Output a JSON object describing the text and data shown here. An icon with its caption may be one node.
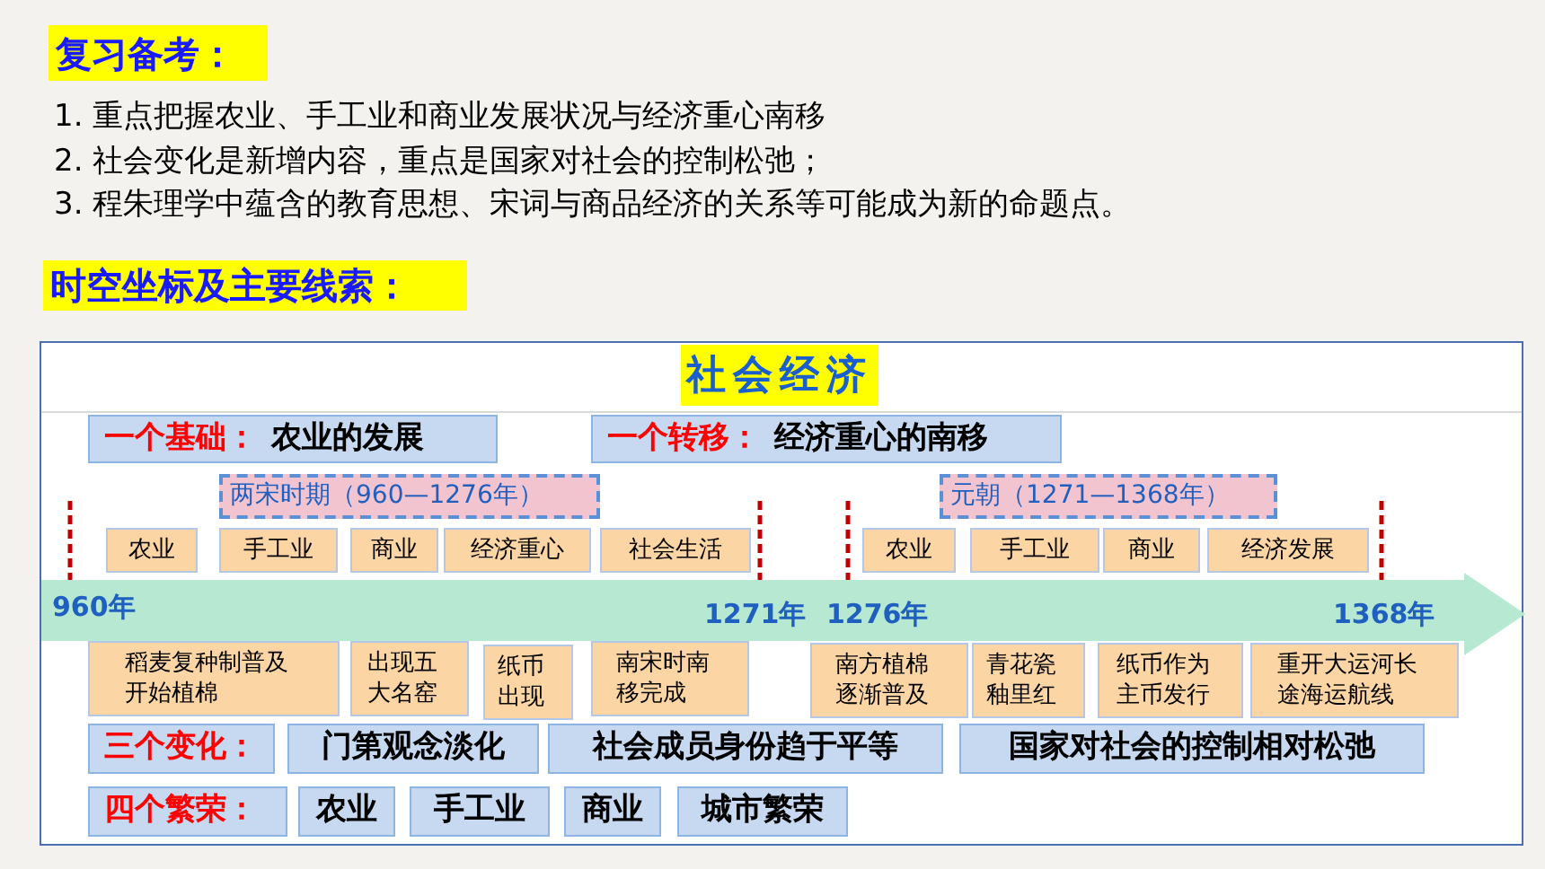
{
  "diagram": {
    "nodes": [
      {
        "text": [
          "复习备考："
        ]
      },
      {
        "text": [
          "时空坐标及主要线索："
        ]
      },
      {
        "text": [],
        "shape": "box"
      },
      {
        "text": [
          "社会经济"
        ],
        "in": 2
      },
      {
        "text": [
          "一个基础：",
          "农业的发展"
        ],
        "in": 2
      },
      {
        "text": [
          "一个转移：",
          "经济重心的南移"
        ],
        "in": 2
      },
      {
        "text": [
          "两宋时期（960—1276年）"
        ],
        "in": 2
      },
      {
        "text": [
          "元朝（1271—1368年）"
        ],
        "in": 2
      },
      {
        "text": [
          "农业"
        ],
        "in": 2
      },
      {
        "text": [
          "手工业"
        ],
        "in": 2
      },
      {
        "text": [
          "商业"
        ],
        "in": 2
      },
      {
        "text": [
          "经济重心"
        ],
        "in": 2
      },
      {
        "text": [
          "社会生活"
        ],
        "in": 2
      },
      {
        "text": [
          "农业"
        ],
        "in": 2
      },
      {
        "text": [
          "手工业"
        ],
        "in": 2
      },
      {
        "text": [
          "商业"
        ],
        "in": 2
      },
      {
        "text": [
          "经济发展"
        ],
        "in": 2
      },
      {
        "text": [
          "960年",
          "1271年",
          "1276年",
          "1368年"
        ],
        "in": 2
      },
      {
        "text": [
          "稻麦复种制普及开始植棉"
        ],
        "in": 2
      },
      {
        "text": [
          "出现五大名窑"
        ],
        "in": 2
      },
      {
        "text": [
          "纸币出现"
        ],
        "in": 2
      },
      {
        "text": [
          "南宋时南移完成"
        ],
        "in": 2
      },
      {
        "text": [
          "南方植棉逐渐普及"
        ],
        "in": 2
      },
      {
        "text": [
          "青花瓷釉里红"
        ],
        "in": 2
      },
      {
        "text": [
          "纸币作为主币发行"
        ],
        "in": 2
      },
      {
        "text": [
          "重开大运河长途海运航线"
        ],
        "in": 2
      },
      {
        "text": [
          "三个变化："
        ],
        "in": 2
      },
      {
        "text": [
          "门第观念淡化"
        ],
        "in": 2
      },
      {
        "text": [
          "社会成员身份趋于平等"
        ],
        "in": 2
      },
      {
        "text": [
          "国家对社会的控制相对松弛"
        ],
        "in": 2
      },
      {
        "text": [
          "四个繁荣："
        ],
        "in": 2
      },
      {
        "text": [
          "农业"
        ],
        "in": 2
      },
      {
        "text": [
          "手工业"
        ],
        "in": 2
      },
      {
        "text": [
          "商业"
        ],
        "in": 2
      },
      {
        "text": [
          "城市繁荣"
        ],
        "in": 2
      }
    ],
    "edges": [],
    "labels": [
      "1. 重点把握农业、手工业和商业发展状况与经济重心南移",
      "2. 社会变化是新增内容，重点是国家对社会的控制松弛；",
      "3. 程朱理学中蕴含的教育思想、宋词与商品经济的关系等可能成为新的命题点。"
    ]
  }
}
